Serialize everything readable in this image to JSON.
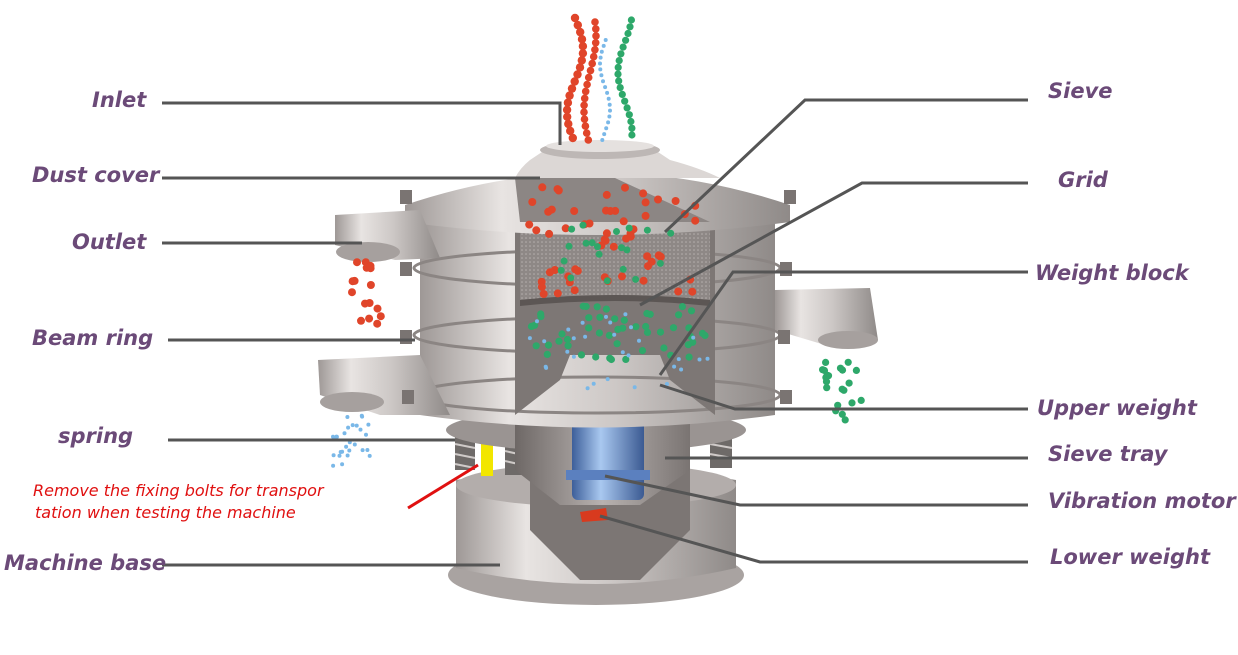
{
  "labels": {
    "inlet": "Inlet",
    "dust_cover": "Dust cover",
    "outlet": "Outlet",
    "beam_ring": "Beam ring",
    "spring": "spring",
    "machine_base": "Machine base",
    "sieve": "Sieve",
    "grid": "Grid",
    "weight_block": "Weight block",
    "upper_weight": "Upper weight",
    "sieve_tray": "Sieve tray",
    "vibration_motor": "Vibration motor",
    "lower_weight": "Lower weight"
  },
  "note": {
    "line1": "Remove the fixing bolts for transpor",
    "line2": "tation when testing the machine"
  },
  "colors": {
    "label_text": "#6b4a78",
    "note_text": "#e01010",
    "leader_line": "#555555",
    "red_particle": "#e0452a",
    "green_particle": "#2ea86a",
    "blue_particle": "#7ab8e8",
    "machine_metal": "#c9c4c2",
    "motor": "#6f9fd6",
    "weight": "#d83a1e",
    "fixing_bolt": "#f2e600"
  }
}
